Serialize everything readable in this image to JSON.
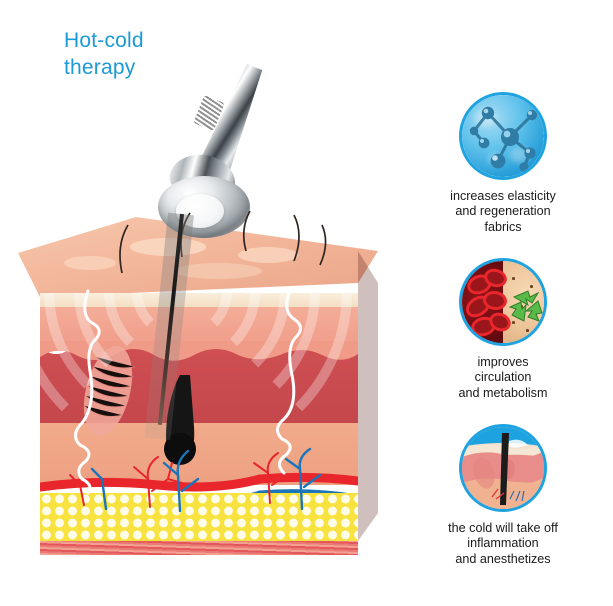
{
  "page": {
    "title_text": "Hot-cold\ntherapy",
    "title_color": "#1c9ad6",
    "background": "#ffffff",
    "subject": "skin cross-section with hot-cold therapy applicator"
  },
  "illustration": {
    "name": "skin-cross-section-block",
    "device_label": "hot-cold therapy applicator wand",
    "layers": [
      {
        "name": "epidermis",
        "color": "#f7e3c9"
      },
      {
        "name": "upper-dermis",
        "color": "#f2a08e"
      },
      {
        "name": "papillary-band",
        "color": "#cf4f52"
      },
      {
        "name": "lower-dermis",
        "color": "#f0a887"
      },
      {
        "name": "artery",
        "color": "#e8262b"
      },
      {
        "name": "vein",
        "color": "#1b75bb"
      },
      {
        "name": "subcutaneous-fat",
        "color": "#f7e23f"
      },
      {
        "name": "muscle",
        "color": "#e4585b"
      }
    ],
    "features": [
      {
        "name": "hair-shaft"
      },
      {
        "name": "hair-follicle"
      },
      {
        "name": "nerve-fiber"
      },
      {
        "name": "sensory-receptor"
      },
      {
        "name": "capillary-network"
      },
      {
        "name": "energy-wave-ripples"
      }
    ]
  },
  "benefits": [
    {
      "icon": "molecule-icon",
      "icon_desc": "blue sphere with molecular lattice",
      "accent": "#1fa3e0",
      "caption": "increases elasticity\nand regeneration\nfabrics"
    },
    {
      "icon": "blood-metabolism-icon",
      "icon_desc": "split circle: red blood cells and green recycling arrows",
      "accent": "#1fa3e0",
      "caption": "improves\ncirculation\nand metabolism"
    },
    {
      "icon": "skin-closeup-icon",
      "icon_desc": "close-up of skin surface with hair follicle",
      "accent": "#1fa3e0",
      "caption": "the cold will take off\ninflammation\nand anesthetizes"
    }
  ]
}
